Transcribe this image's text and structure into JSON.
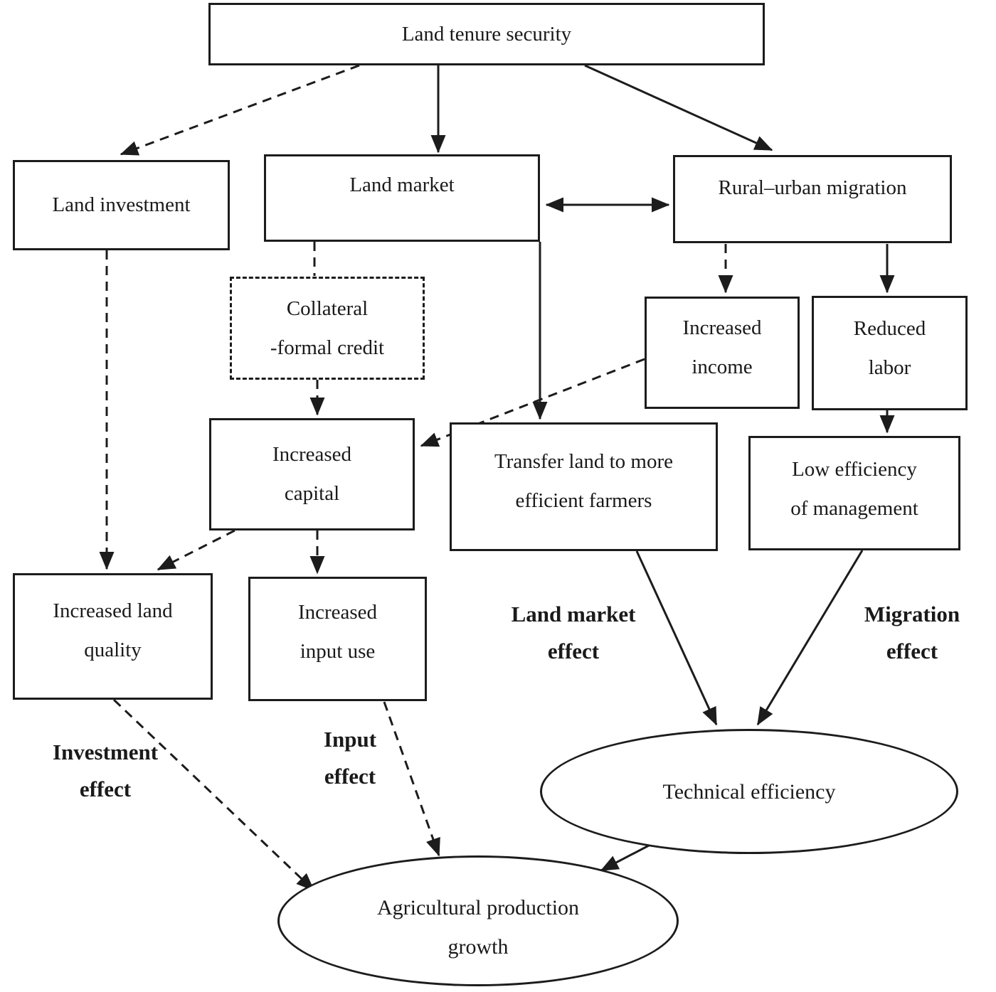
{
  "diagram": {
    "title_present": false,
    "colors": {
      "line": "#1c1c1c",
      "text": "#1a1a1a",
      "background": "#ffffff"
    },
    "nodes": {
      "land_tenure": {
        "label": "Land tenure security",
        "shape": "rect",
        "border": "solid"
      },
      "land_investment": {
        "label": "Land investment",
        "shape": "rect",
        "border": "solid"
      },
      "land_market": {
        "label": "Land market",
        "shape": "rect",
        "border": "solid"
      },
      "rural_urban_migration": {
        "label": "Rural–urban migration",
        "shape": "rect",
        "border": "solid"
      },
      "collateral_formal_credit": {
        "label": "Collateral\n-formal credit",
        "shape": "rect",
        "border": "dashed"
      },
      "increased_income": {
        "label": "Increased\nincome",
        "shape": "rect",
        "border": "solid"
      },
      "reduced_labor": {
        "label": "Reduced\nlabor",
        "shape": "rect",
        "border": "solid"
      },
      "increased_capital": {
        "label": "Increased\ncapital",
        "shape": "rect",
        "border": "solid"
      },
      "transfer_land": {
        "label": "Transfer land to more\nefficient farmers",
        "shape": "rect",
        "border": "solid"
      },
      "low_efficiency": {
        "label": "Low efficiency\nof management",
        "shape": "rect",
        "border": "solid"
      },
      "increased_land_quality": {
        "label": "Increased land\nquality",
        "shape": "rect",
        "border": "solid"
      },
      "increased_input_use": {
        "label": "Increased\ninput use",
        "shape": "rect",
        "border": "solid"
      },
      "technical_efficiency": {
        "label": "Technical efficiency",
        "shape": "ellipse",
        "border": "solid"
      },
      "agricultural_production_growth": {
        "label": "Agricultural production\ngrowth",
        "shape": "ellipse",
        "border": "solid"
      }
    },
    "effect_labels": {
      "investment": "Investment\neffect",
      "input": "Input\neffect",
      "land_market": "Land market\neffect",
      "migration": "Migration\neffect"
    },
    "edges": [
      {
        "from": "land_tenure",
        "to": "land_investment",
        "style": "dashed",
        "arrowhead": true
      },
      {
        "from": "land_tenure",
        "to": "land_market",
        "style": "solid",
        "arrowhead": true
      },
      {
        "from": "land_tenure",
        "to": "rural_urban_migration",
        "style": "solid",
        "arrowhead": true
      },
      {
        "from": "land_market",
        "to": "rural_urban_migration",
        "style": "solid",
        "arrowhead": true,
        "bidirectional": true
      },
      {
        "from": "land_market",
        "to": "collateral_formal_credit",
        "style": "dashed",
        "arrowhead": false
      },
      {
        "from": "collateral_formal_credit",
        "to": "increased_capital",
        "style": "dashed",
        "arrowhead": true
      },
      {
        "from": "land_market",
        "to": "transfer_land",
        "style": "solid",
        "arrowhead": true
      },
      {
        "from": "rural_urban_migration",
        "to": "increased_income",
        "style": "dashed",
        "arrowhead": true
      },
      {
        "from": "rural_urban_migration",
        "to": "reduced_labor",
        "style": "solid",
        "arrowhead": true
      },
      {
        "from": "increased_income",
        "to": "increased_capital",
        "style": "dashed",
        "arrowhead": true
      },
      {
        "from": "reduced_labor",
        "to": "low_efficiency",
        "style": "solid",
        "arrowhead": true
      },
      {
        "from": "land_investment",
        "to": "increased_land_quality",
        "style": "dashed",
        "arrowhead": true
      },
      {
        "from": "increased_capital",
        "to": "increased_land_quality",
        "style": "dashed",
        "arrowhead": true
      },
      {
        "from": "increased_capital",
        "to": "increased_input_use",
        "style": "dashed",
        "arrowhead": true
      },
      {
        "from": "transfer_land",
        "to": "technical_efficiency",
        "style": "solid",
        "arrowhead": true
      },
      {
        "from": "low_efficiency",
        "to": "technical_efficiency",
        "style": "solid",
        "arrowhead": true
      },
      {
        "from": "increased_land_quality",
        "to": "agricultural_production_growth",
        "style": "dashed",
        "arrowhead": true
      },
      {
        "from": "increased_input_use",
        "to": "agricultural_production_growth",
        "style": "dashed",
        "arrowhead": true
      },
      {
        "from": "technical_efficiency",
        "to": "agricultural_production_growth",
        "style": "solid",
        "arrowhead": true
      }
    ]
  }
}
